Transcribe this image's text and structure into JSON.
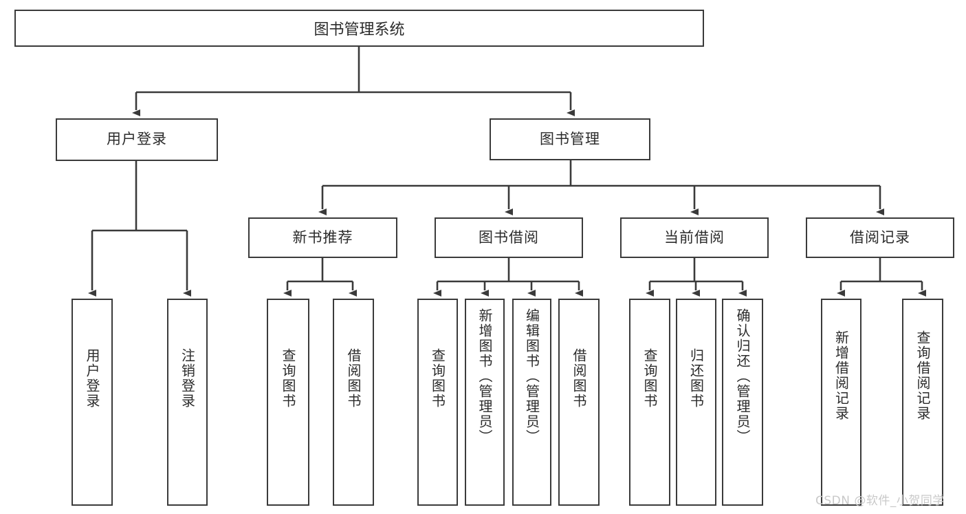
{
  "diagram": {
    "type": "tree",
    "title": "图书管理系统",
    "style": {
      "box_border_color": "#3a3a3a",
      "box_fill_color": "#ffffff",
      "line_color": "#3a3a3a",
      "text_color": "#2b2b2b",
      "background": "#ffffff"
    },
    "root": {
      "label": "图书管理系统"
    },
    "level2": [
      {
        "label": "用户登录"
      },
      {
        "label": "图书管理"
      }
    ],
    "level3": [
      {
        "label": "新书推荐"
      },
      {
        "label": "图书借阅"
      },
      {
        "label": "当前借阅"
      },
      {
        "label": "借阅记录"
      }
    ],
    "leaves": {
      "user_login": [
        {
          "label": "用户登录"
        },
        {
          "label": "注销登录"
        }
      ],
      "new_book_recommend": [
        {
          "label": "查询图书"
        },
        {
          "label": "借阅图书"
        }
      ],
      "book_borrow": [
        {
          "label": "查询图书"
        },
        {
          "label": "新增图书（管理员）"
        },
        {
          "label": "编辑图书（管理员）"
        },
        {
          "label": "借阅图书"
        }
      ],
      "current_borrow": [
        {
          "label": "查询图书"
        },
        {
          "label": "归还图书"
        },
        {
          "label": "确认归还（管理员）"
        }
      ],
      "borrow_record": [
        {
          "label": "新增借阅记录"
        },
        {
          "label": "查询借阅记录"
        }
      ]
    },
    "watermark": "CSDN @软件_小贺同学"
  }
}
